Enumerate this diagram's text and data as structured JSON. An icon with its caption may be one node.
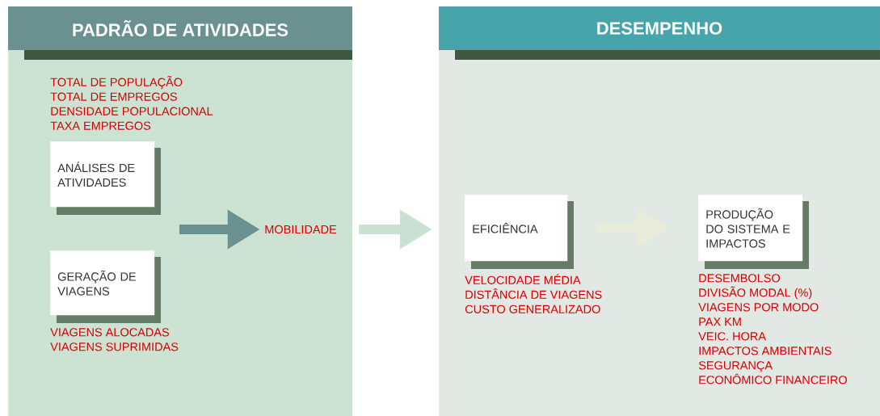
{
  "diagram": {
    "nodes": [
      {
        "text": [
          "PADRÃO DE ATIVIDADES"
        ]
      },
      {
        "text": [
          "ANÁLISES DE ATIVIDADES"
        ],
        "in": 0,
        "beside": [
          "TOTAL DE POPULAÇÃO",
          "TOTAL DE EMPREGOS",
          "DENSIDADE POPULACIONAL",
          "TAXA EMPREGOS"
        ]
      },
      {
        "text": [
          "GERAÇÃO DE VIAGENS"
        ],
        "in": 0,
        "beside": [
          "VIAGENS ALOCADAS",
          "VIAGENS SUPRIMIDAS"
        ]
      },
      {
        "text": [
          "MOBILIDADE"
        ],
        "in": 0
      },
      {
        "text": [
          "DESEMPENHO"
        ]
      },
      {
        "text": [
          "EFICIÊNCIA"
        ],
        "in": 4,
        "beside": [
          "VELOCIDADE MÉDIA",
          "DISTÂNCIA DE VIAGENS",
          "CUSTO GENERALIZADO"
        ]
      },
      {
        "text": [
          "PRODUÇÃO DO SISTEMA E IMPACTOS"
        ],
        "in": 4,
        "beside": [
          "DESEMBOLSO",
          "DIVISÃO MODAL (%)",
          "VIAGENS POR MODO",
          "PAX KM",
          "VEIC. HORA",
          "IMPACTOS AMBIENTAIS",
          "SEGURANÇA",
          "ECONÔMICO FINANCEIRO"
        ]
      }
    ],
    "edges": [
      {
        "from": null,
        "to": 3,
        "arrow": "to",
        "color": "#6a9090"
      },
      {
        "from": 3,
        "to": 4,
        "arrow": "to",
        "color": "#c9e0d2"
      },
      {
        "from": 5,
        "to": 6,
        "arrow": "to",
        "color": "#e9ecd9"
      }
    ]
  }
}
